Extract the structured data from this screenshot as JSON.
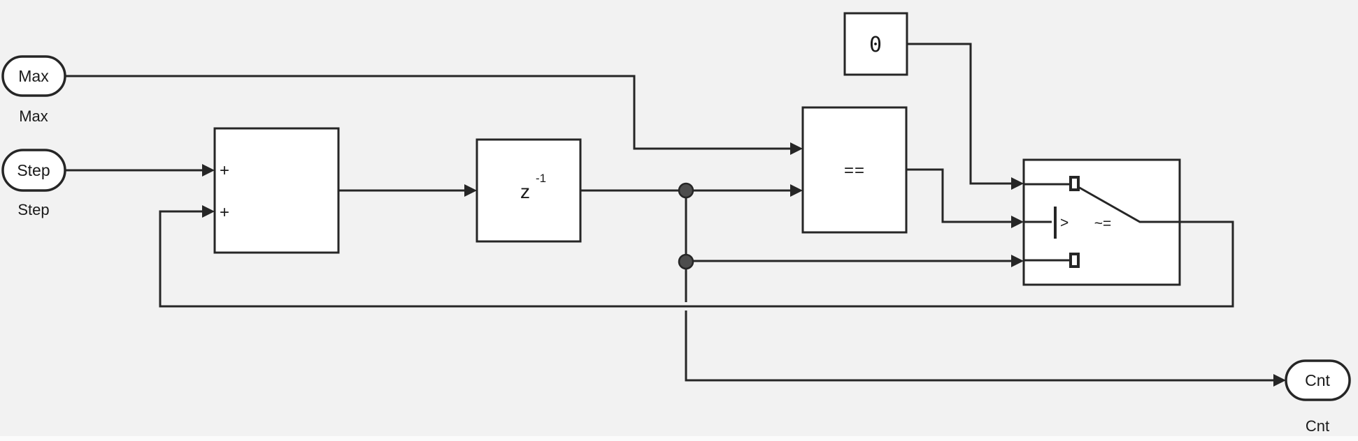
{
  "canvas": {
    "background": "#f2f2f2",
    "line_color": "#262626",
    "block_fill": "#ffffff",
    "text_color": "#1a1a1a",
    "junction_fill": "#4d4d4d"
  },
  "ports": {
    "max": {
      "text": "Max",
      "label": "Max"
    },
    "step": {
      "text": "Step",
      "label": "Step"
    },
    "cnt": {
      "text": "Cnt",
      "label": "Cnt"
    }
  },
  "blocks": {
    "sum": {
      "input1_sign": "+",
      "input2_sign": "+"
    },
    "unit_delay": {
      "base": "z",
      "exponent": "-1"
    },
    "constant": {
      "value": "0"
    },
    "relational_operator": {
      "operator": "=="
    },
    "switch": {
      "criteria": "~=",
      "threshold_symbol": ">"
    }
  }
}
